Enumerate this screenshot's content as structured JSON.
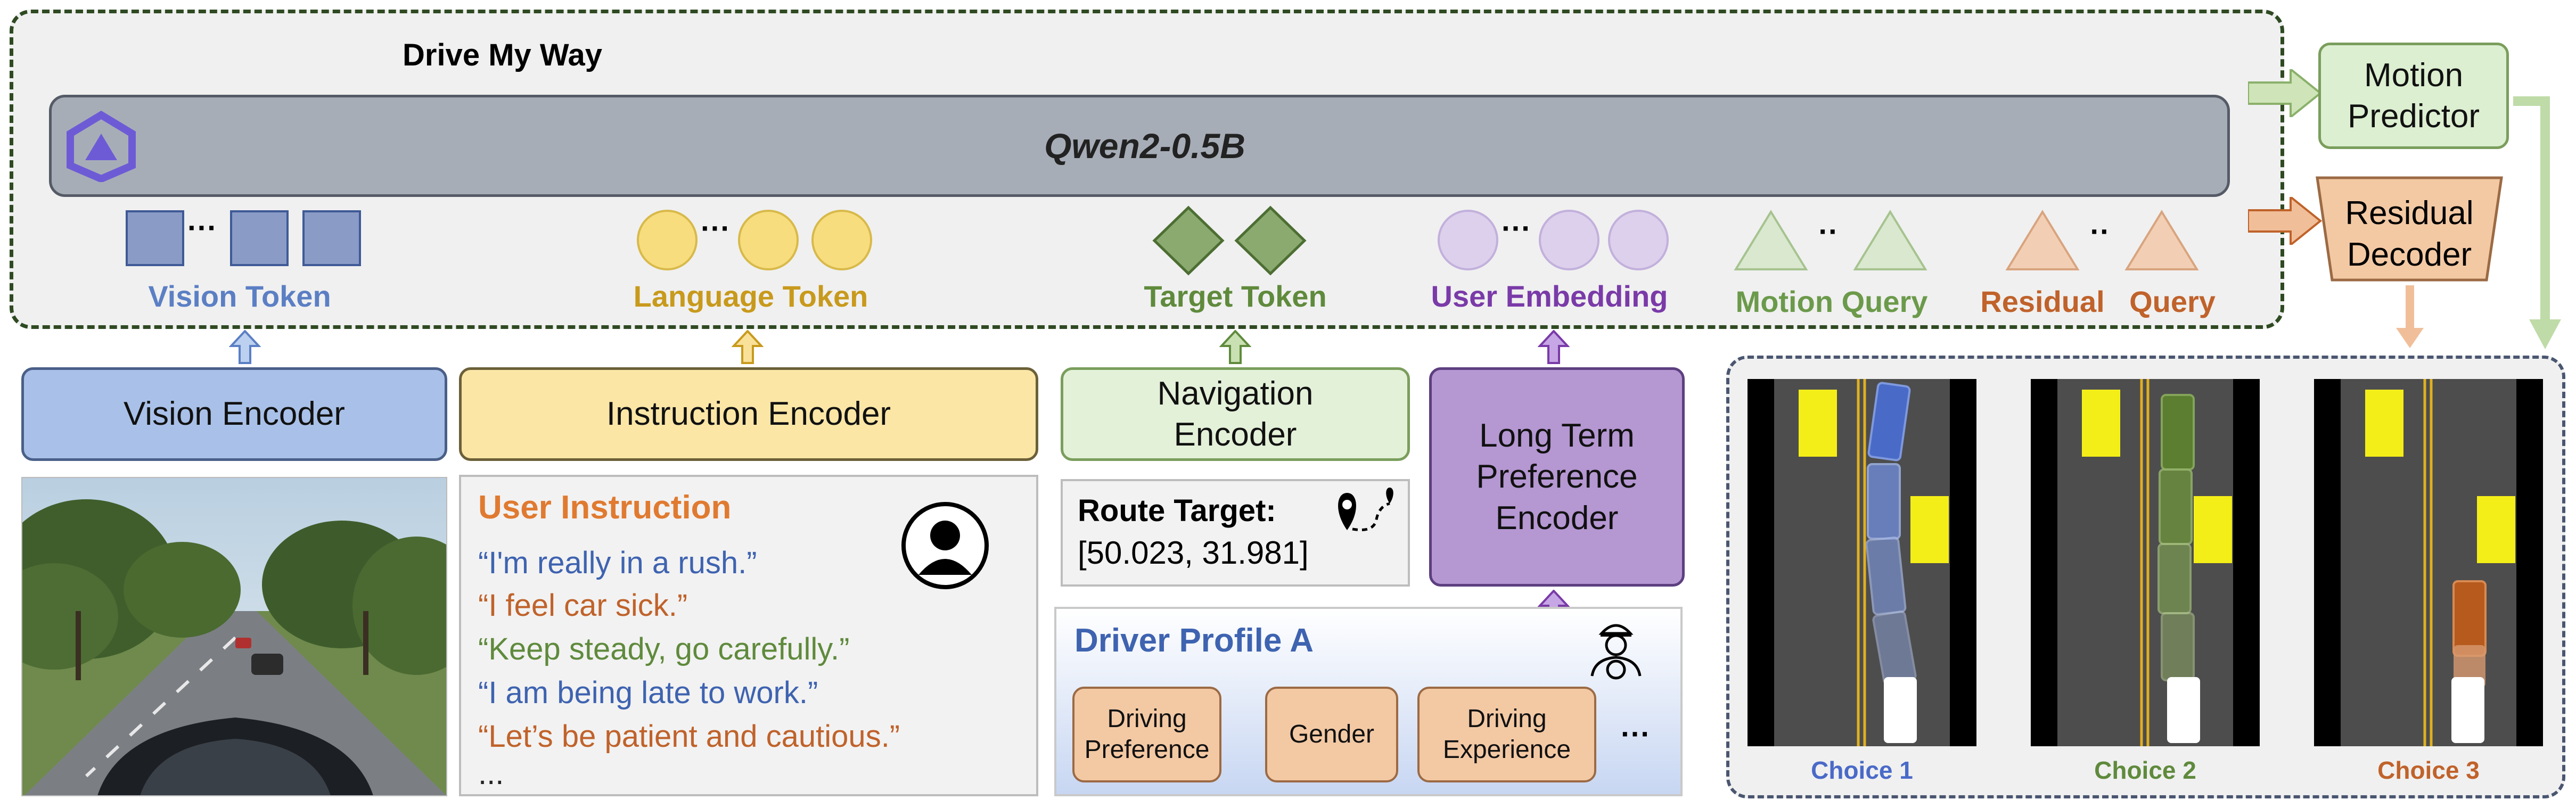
{
  "colors": {
    "vision": "#5b7fc4",
    "language": "#c89a1c",
    "target": "#5f8a3c",
    "user": "#7a3aa8",
    "motion": "#6b9a4a",
    "residual": "#c0622a",
    "qwen": "#a7adb7"
  },
  "framework": {
    "title": "Drive My Way",
    "model": "Qwen2-0.5B"
  },
  "tokens": {
    "vision": "Vision Token",
    "language": "Language Token",
    "target": "Target Token",
    "user": "User Embedding",
    "motion": "Motion Query",
    "residual_a": "Residual",
    "residual_b": "Query",
    "ellipsis": "···"
  },
  "heads": {
    "motion_1": "Motion",
    "motion_2": "Predictor",
    "residual_1": "Residual",
    "residual_2": "Decoder"
  },
  "encoders": {
    "vision": "Vision Encoder",
    "instruction": "Instruction Encoder",
    "navigation_1": "Navigation",
    "navigation_2": "Encoder",
    "preference_1": "Long Term",
    "preference_2": "Preference",
    "preference_3": "Encoder"
  },
  "instruction": {
    "title": "User Instruction",
    "lines": [
      "“I'm really in a rush.”",
      "“I feel car sick.”",
      "“Keep steady, go carefully.”",
      "“I am being late to work.”",
      "“Let’s be patient and cautious.”",
      "..."
    ]
  },
  "route": {
    "label": "Route Target:",
    "value": "[50.023, 31.981]"
  },
  "profile": {
    "title": "Driver Profile A",
    "chip1_a": "Driving",
    "chip1_b": "Preference",
    "chip2": "Gender",
    "chip3_a": "Driving",
    "chip3_b": "Experience",
    "more": "···"
  },
  "choices": [
    "Choice 1",
    "Choice 2",
    "Choice 3"
  ]
}
